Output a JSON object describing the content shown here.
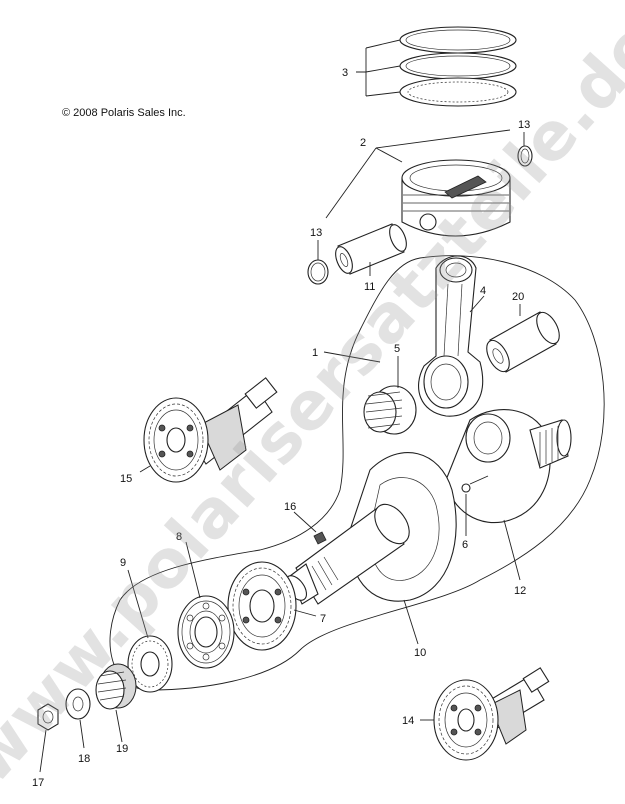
{
  "copyright": "© 2008 Polaris Sales Inc.",
  "watermark": "www.polarisersatzteile.de",
  "callouts": [
    "1",
    "2",
    "3",
    "4",
    "5",
    "6",
    "7",
    "8",
    "9",
    "10",
    "11",
    "12",
    "13",
    "13",
    "14",
    "15",
    "16",
    "17",
    "18",
    "19",
    "20"
  ],
  "colors": {
    "line": "#222222",
    "watermark": "#969696",
    "background": "#ffffff"
  }
}
